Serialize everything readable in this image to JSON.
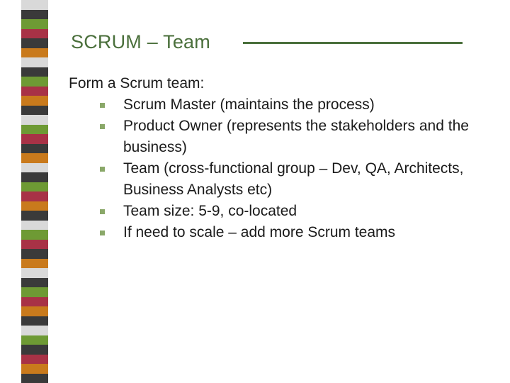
{
  "slide": {
    "title": "SCRUM – Team",
    "heading": "Form a Scrum team:",
    "bullets": [
      "Scrum Master (maintains the process)",
      "Product Owner (represents the stakeholders and the business)",
      "Team (cross-functional group – Dev, QA, Architects, Business Analysts etc)",
      "Team size: 5-9, co-located",
      "If need to scale – add more Scrum teams"
    ]
  },
  "colors": {
    "title": "#4a6f3b",
    "rule": "#4a6f3b",
    "bullet": "#8aa869",
    "stripes": [
      "#d9d9d9",
      "#3a3a3a",
      "#6e9a34",
      "#a83246",
      "#3a3a3a",
      "#c97a1c",
      "#d9d9d9",
      "#3a3a3a",
      "#6e9a34",
      "#a83246",
      "#c97a1c",
      "#3a3a3a",
      "#d9d9d9",
      "#6e9a34",
      "#a83246",
      "#3a3a3a",
      "#c97a1c",
      "#d9d9d9",
      "#3a3a3a",
      "#6e9a34",
      "#a83246",
      "#c97a1c",
      "#3a3a3a",
      "#d9d9d9",
      "#6e9a34",
      "#a83246",
      "#3a3a3a",
      "#c97a1c",
      "#d9d9d9",
      "#3a3a3a",
      "#6e9a34",
      "#a83246",
      "#c97a1c",
      "#3a3a3a",
      "#d9d9d9",
      "#6e9a34",
      "#3a3a3a",
      "#a83246",
      "#c97a1c",
      "#3a3a3a"
    ]
  }
}
